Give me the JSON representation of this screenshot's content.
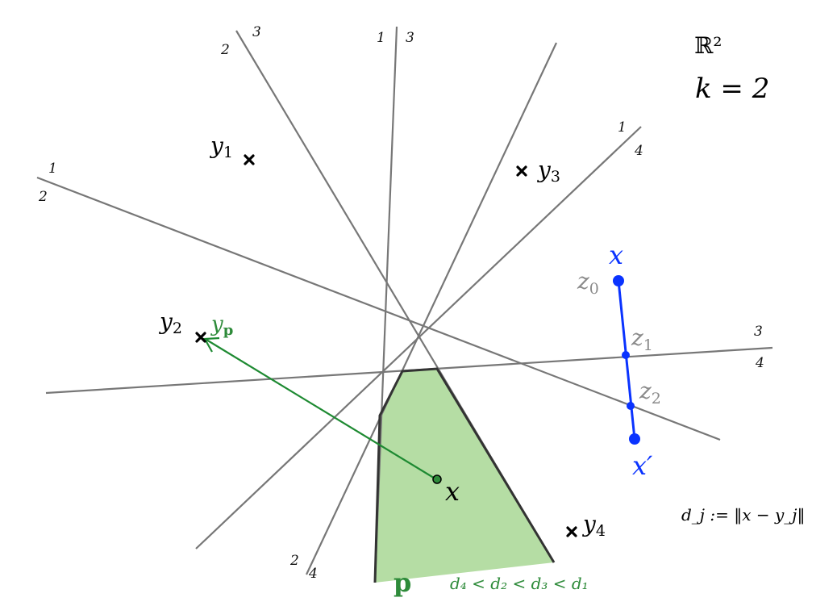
{
  "space_label": "ℝ²",
  "k_label": "k = 2",
  "distance_definition": "d_j := ‖x − y_j‖",
  "ordering": "d₄ < d₂ < d₃ < d₁",
  "cell_label": "p",
  "colors": {
    "line": "#777777",
    "cell_fill": "#b5dda4",
    "cell_edge": "#333333",
    "path": "#0a33ff",
    "green": "#2e8b3a",
    "point": "#000000"
  },
  "points": [
    {
      "id": "y1",
      "label": "y",
      "sub": "1"
    },
    {
      "id": "y2",
      "label": "y",
      "sub": "2"
    },
    {
      "id": "y3",
      "label": "y",
      "sub": "3"
    },
    {
      "id": "y4",
      "label": "y",
      "sub": "4"
    }
  ],
  "query_point": {
    "label": "x"
  },
  "projection_label": {
    "main": "y",
    "sub": "p"
  },
  "path": {
    "start_label": "x",
    "end_label": "x′",
    "points": [
      {
        "main": "z",
        "sub": "0"
      },
      {
        "main": "z",
        "sub": "1"
      },
      {
        "main": "z",
        "sub": "2"
      }
    ]
  },
  "bisector_labels": [
    {
      "line": "b12",
      "a": "1",
      "b": "2"
    },
    {
      "line": "b23",
      "a": "2",
      "b": "3"
    },
    {
      "line": "b13",
      "a": "1",
      "b": "3"
    },
    {
      "line": "b14",
      "a": "1",
      "b": "4"
    },
    {
      "line": "b34",
      "a": "3",
      "b": "4"
    },
    {
      "line": "b24",
      "a": "2",
      "b": "4"
    }
  ]
}
